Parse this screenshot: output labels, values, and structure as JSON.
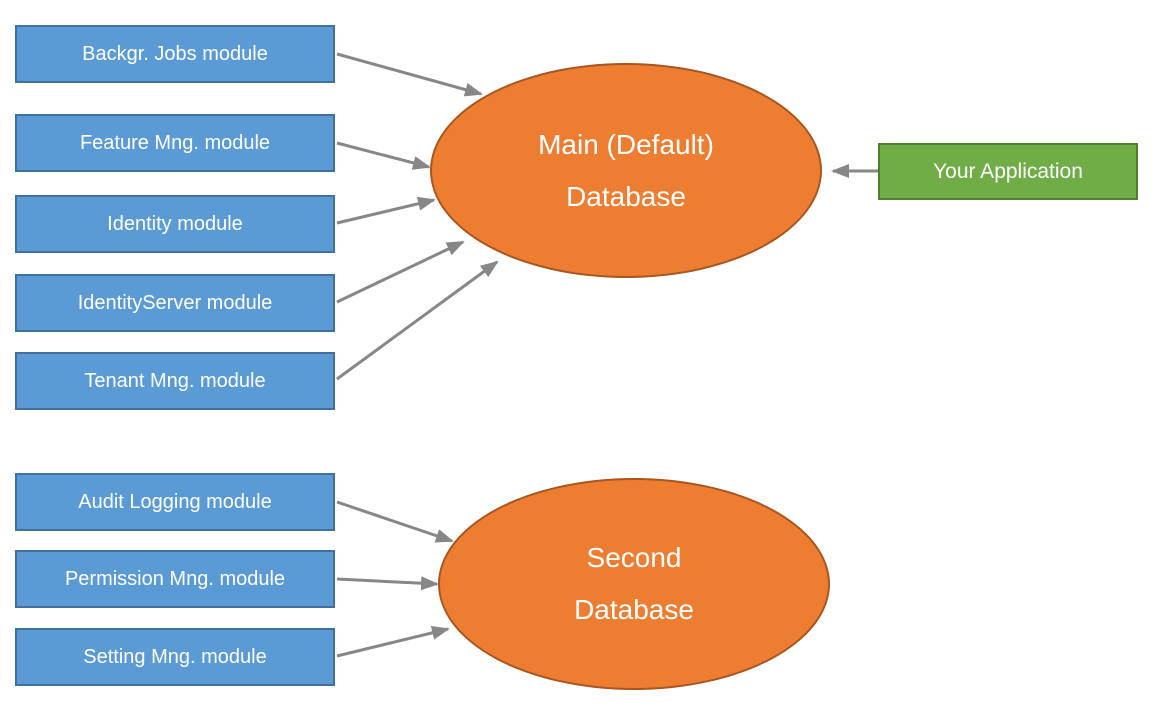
{
  "colors": {
    "module_fill": "#5B9BD5",
    "module_border": "#41719C",
    "database_fill": "#ED7D31",
    "database_border": "#A8551E",
    "application_fill": "#70AD47",
    "application_border": "#507E32",
    "arrow": "#878787",
    "text": "#FFFFFF"
  },
  "main_group": {
    "modules": [
      {
        "label": "Backgr. Jobs module"
      },
      {
        "label": "Feature Mng. module"
      },
      {
        "label": "Identity module"
      },
      {
        "label": "IdentityServer module"
      },
      {
        "label": "Tenant Mng. module"
      }
    ],
    "database": {
      "line1": "Main (Default)",
      "line2": "Database"
    },
    "application": {
      "label": "Your Application"
    }
  },
  "second_group": {
    "modules": [
      {
        "label": "Audit Logging module"
      },
      {
        "label": "Permission Mng. module"
      },
      {
        "label": "Setting Mng. module"
      }
    ],
    "database": {
      "line1": "Second",
      "line2": "Database"
    }
  }
}
